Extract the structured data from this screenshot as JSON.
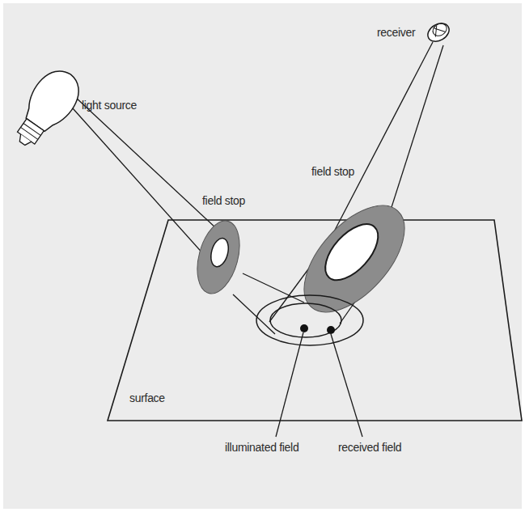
{
  "diagram": {
    "labels": [
      "receiver",
      "light source",
      "field stop",
      "field stop",
      "surface",
      "illuminated field",
      "received field"
    ]
  }
}
